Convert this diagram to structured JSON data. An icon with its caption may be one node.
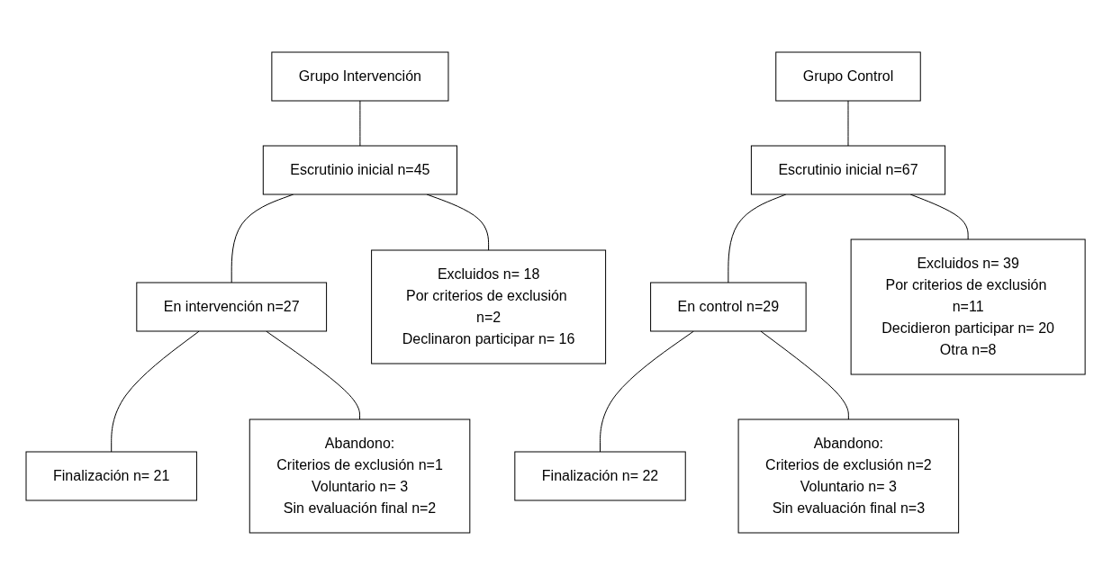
{
  "diagram": {
    "nodes": [
      {
        "text": [
          "Grupo Intervención"
        ]
      },
      {
        "text": [
          "Grupo Control"
        ]
      },
      {
        "text": [
          "Escrutinio inicial n=45"
        ]
      },
      {
        "text": [
          "Escrutinio inicial n=67"
        ]
      },
      {
        "text": [
          "Excluidos n= 18",
          "Por criterios de exclusión n=2",
          "Declinaron participar n= 16"
        ]
      },
      {
        "text": [
          "Excluidos n= 39",
          "Por criterios de exclusión n=11",
          "Decidieron participar n= 20",
          "Otra n=8"
        ]
      },
      {
        "text": [
          "En intervención n=27"
        ]
      },
      {
        "text": [
          "En control n=29"
        ]
      },
      {
        "text": [
          "Abandono:",
          "Criterios de exclusión n=1",
          "Voluntario n= 3",
          "Sin evaluación final n=2"
        ]
      },
      {
        "text": [
          "Abandono:",
          "Criterios de exclusión n=2",
          "Voluntario n= 3",
          "Sin evaluación final n=3"
        ]
      },
      {
        "text": [
          "Finalización n= 21"
        ]
      },
      {
        "text": [
          "Finalización n= 22"
        ]
      }
    ],
    "edges": [
      {
        "from": 0,
        "to": 2,
        "arrow": "none"
      },
      {
        "from": 1,
        "to": 3,
        "arrow": "none"
      },
      {
        "from": 2,
        "to": 6,
        "arrow": "none"
      },
      {
        "from": 2,
        "to": 4,
        "arrow": "none"
      },
      {
        "from": 3,
        "to": 7,
        "arrow": "none"
      },
      {
        "from": 3,
        "to": 5,
        "arrow": "none"
      },
      {
        "from": 6,
        "to": 10,
        "arrow": "none"
      },
      {
        "from": 6,
        "to": 8,
        "arrow": "none"
      },
      {
        "from": 7,
        "to": 11,
        "arrow": "none"
      },
      {
        "from": 7,
        "to": 9,
        "arrow": "none"
      }
    ]
  }
}
